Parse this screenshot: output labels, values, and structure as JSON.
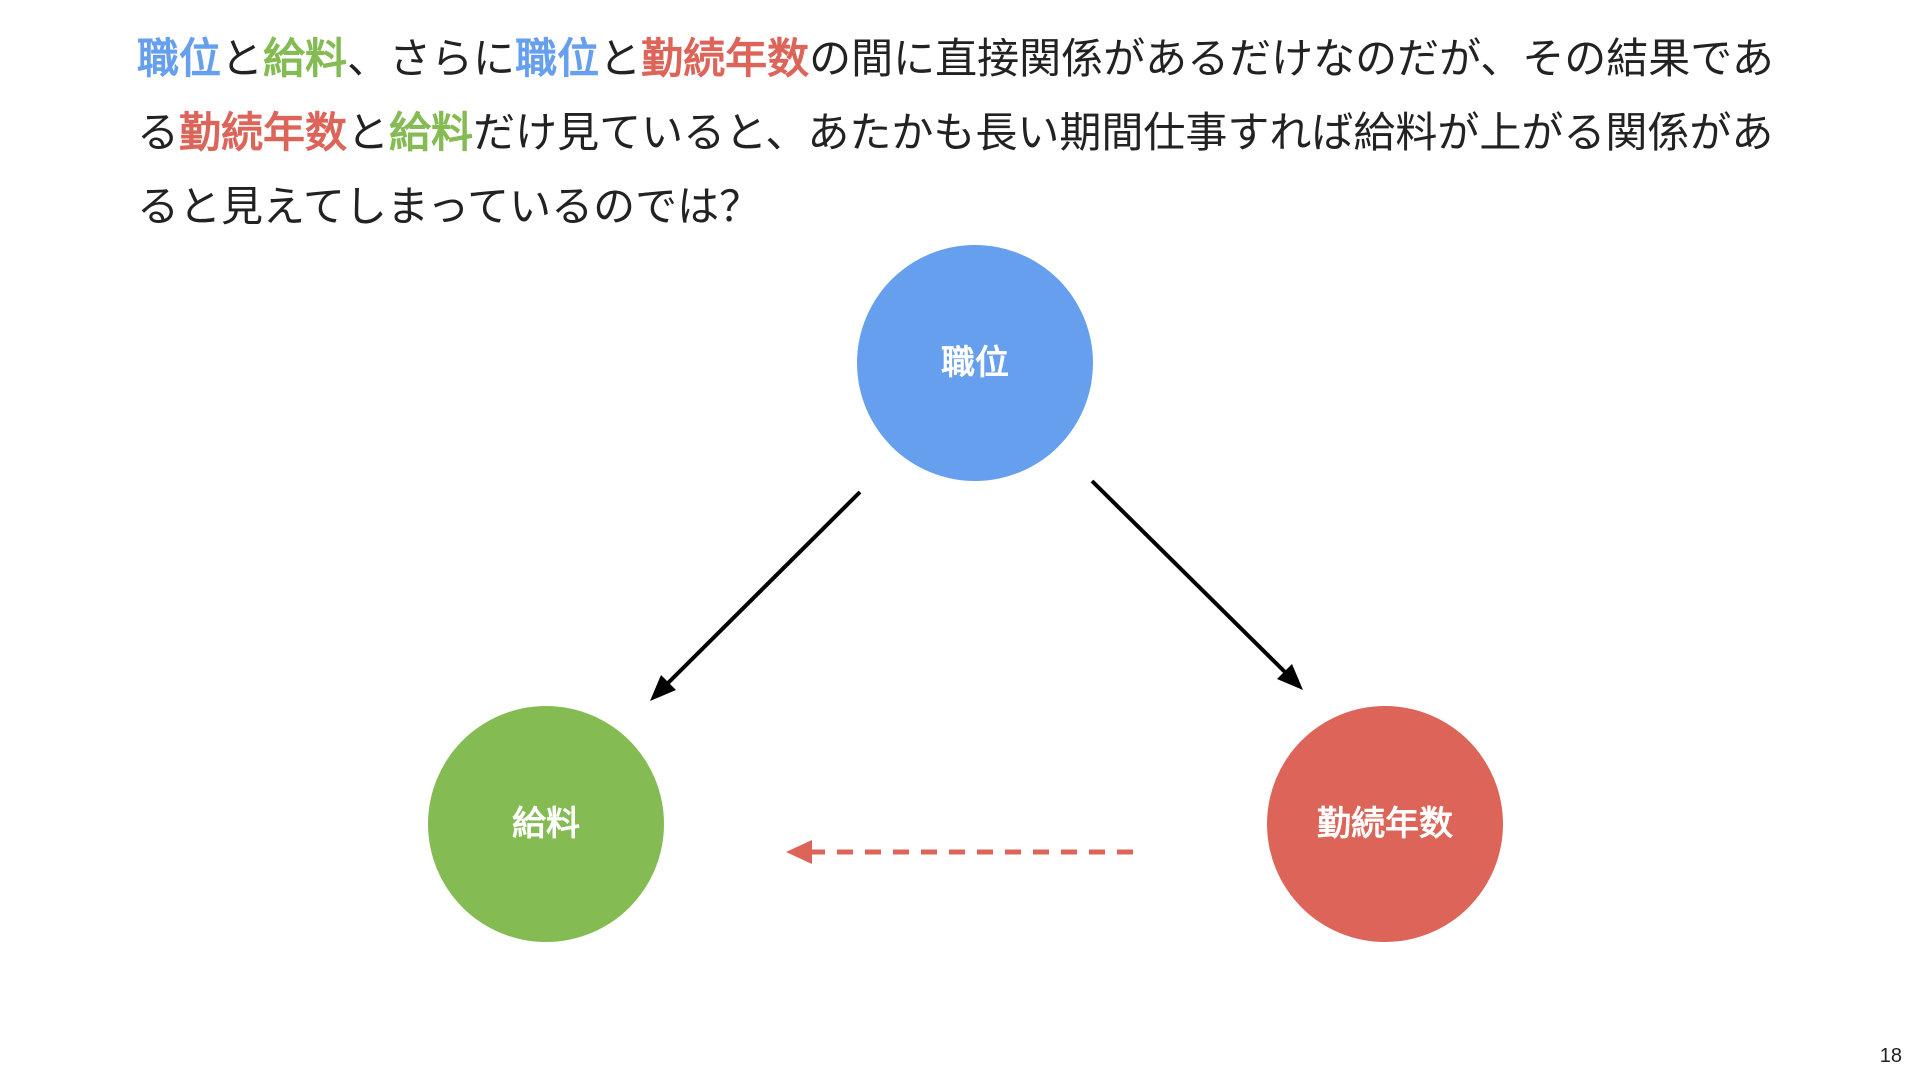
{
  "body_text": [
    {
      "text": "職位",
      "color": "#659fee",
      "term": true
    },
    {
      "text": "と",
      "term": false
    },
    {
      "text": "給料",
      "color": "#84bb53",
      "term": true
    },
    {
      "text": "、さらに",
      "term": false
    },
    {
      "text": "職位",
      "color": "#659fee",
      "term": true
    },
    {
      "text": "と",
      "term": false
    },
    {
      "text": "勤続年数",
      "color": "#dc6459",
      "term": true
    },
    {
      "text": "の間に直接関係があるだけなのだが、その結果である",
      "term": false
    },
    {
      "text": "勤続年数",
      "color": "#dc6459",
      "term": true
    },
    {
      "text": "と",
      "term": false
    },
    {
      "text": "給料",
      "color": "#84bb53",
      "term": true
    },
    {
      "text": "だけ見ていると、あたかも長い期間仕事すれば給料が上がる関係があると見えてしまっているのでは？",
      "term": false
    }
  ],
  "diagram": {
    "nodes": {
      "position": {
        "label": "職位",
        "color": "#659fee"
      },
      "salary": {
        "label": "給料",
        "color": "#84bb53"
      },
      "tenure": {
        "label": "勤続年数",
        "color": "#dc6459"
      }
    },
    "edges": [
      {
        "from": "position",
        "to": "salary",
        "style": "solid",
        "color": "#000000"
      },
      {
        "from": "position",
        "to": "tenure",
        "style": "solid",
        "color": "#000000"
      },
      {
        "from": "tenure",
        "to": "salary",
        "style": "dashed",
        "color": "#dc6459"
      }
    ]
  },
  "page_number": "18"
}
